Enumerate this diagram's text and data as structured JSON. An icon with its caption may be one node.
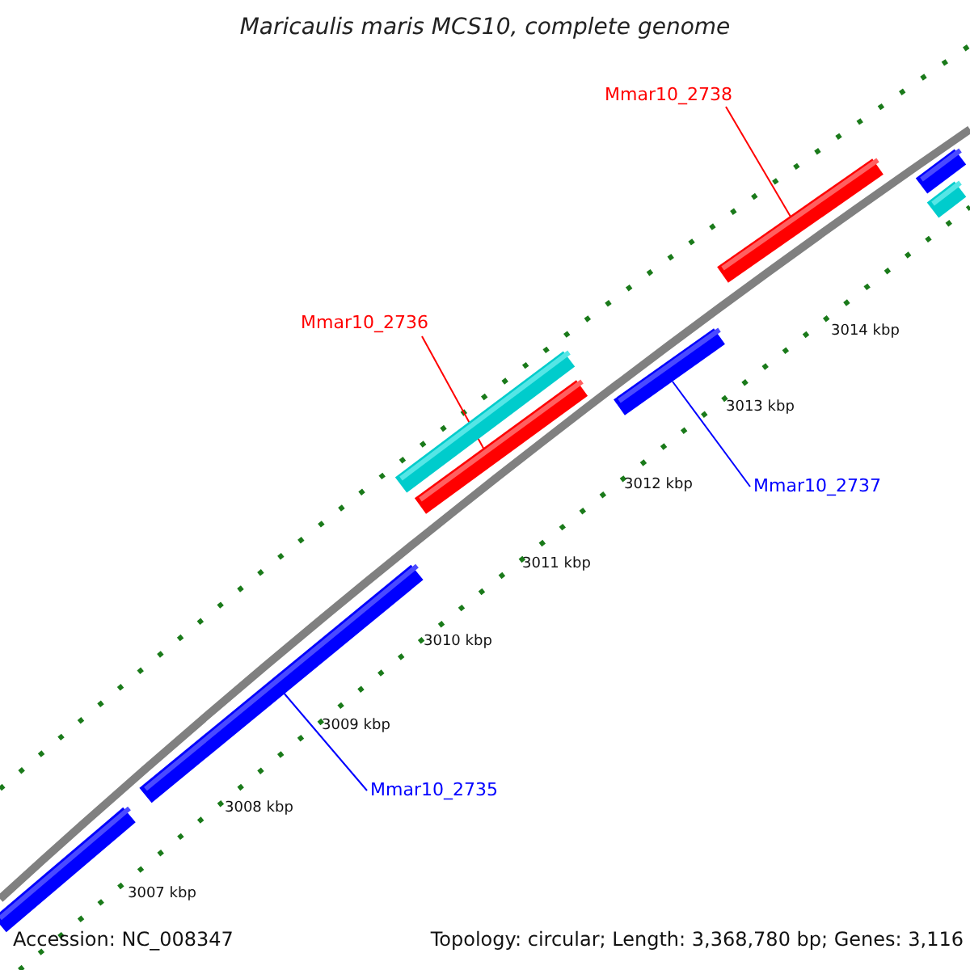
{
  "diagram": {
    "title": "Maricaulis maris MCS10, complete genome",
    "nodes": [
      {
        "text": [
          "Mmar10_2738"
        ]
      },
      {
        "text": [],
        "shape": "bar"
      },
      {
        "text": [
          "Mmar10_2736"
        ]
      },
      {
        "text": [],
        "shape": "bar"
      },
      {
        "text": [
          "Mmar10_2737"
        ]
      },
      {
        "text": [],
        "shape": "bar"
      },
      {
        "text": [
          "Mmar10_2735"
        ]
      },
      {
        "text": [],
        "shape": "bar"
      },
      {
        "text": [],
        "shape": "bar"
      },
      {
        "text": [],
        "shape": "bar"
      },
      {
        "text": [],
        "shape": "bar"
      },
      {
        "text": [],
        "shape": "bar"
      }
    ],
    "edges": [
      {
        "from": 0,
        "to": 1,
        "arrow": "none",
        "color": "#ff0000"
      },
      {
        "from": 2,
        "to": 3,
        "arrow": "none",
        "color": "#ff0000"
      },
      {
        "from": 4,
        "to": 5,
        "arrow": "none",
        "color": "#0000ff"
      },
      {
        "from": 6,
        "to": 7,
        "arrow": "none",
        "color": "#0000ff"
      }
    ],
    "labels": [
      "3014 kbp",
      "3013 kbp",
      "3012 kbp",
      "3011 kbp",
      "3010 kbp",
      "3009 kbp",
      "3008 kbp",
      "3007 kbp",
      "Accession: NC_008347",
      "Topology: circular; Length: 3,368,780 bp; Genes: 3,116"
    ]
  }
}
